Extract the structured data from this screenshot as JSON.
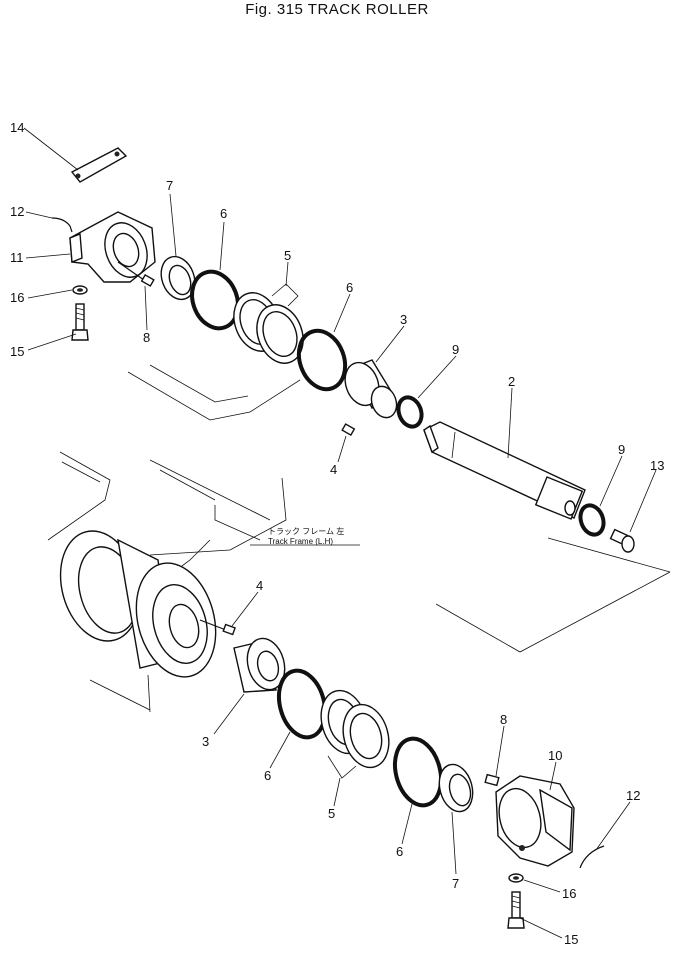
{
  "figure": {
    "title": "Fig. 315    TRACK  ROLLER"
  },
  "frame_label": {
    "jp": "トラック  フレーム  左",
    "en": "Track Frame (L.H)"
  },
  "callouts": {
    "c14": "14",
    "c12_top": "12",
    "c11": "11",
    "c16_top": "16",
    "c15_top": "15",
    "c8_top": "8",
    "c7_top": "7",
    "c6_a": "6",
    "c5_top": "5",
    "c6_b": "6",
    "c3_top": "3",
    "c9_a": "9",
    "c4_top": "4",
    "c2": "2",
    "c9_b": "9",
    "c13": "13",
    "c4_mid": "4",
    "c3_bot": "3",
    "c6_c": "6",
    "c5_bot": "5",
    "c6_d": "6",
    "c7_bot": "7",
    "c8_bot": "8",
    "c10": "10",
    "c12_bot": "12",
    "c16_bot": "16",
    "c15_bot": "15"
  }
}
